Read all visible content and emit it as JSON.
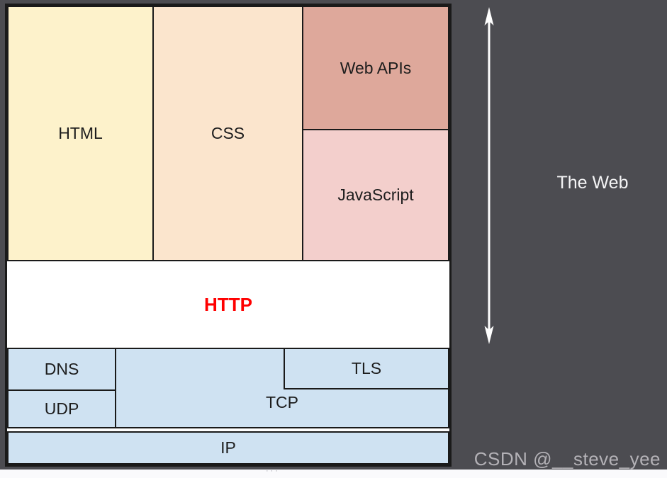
{
  "page": {
    "background_color": "#4C4C51",
    "bottom_strip_color": "#FAFAFC"
  },
  "diagram": {
    "border_color": "#1A1A1A",
    "boxes": {
      "html": {
        "label": "HTML",
        "color": "#FDF2CB"
      },
      "css": {
        "label": "CSS",
        "color": "#FBE5CD"
      },
      "web_apis": {
        "label": "Web APIs",
        "color": "#DEA89B"
      },
      "javascript": {
        "label": "JavaScript",
        "color": "#F3CFCC"
      },
      "http": {
        "label": "HTTP",
        "color": "#FFFFFF",
        "text_color": "#FF0000"
      },
      "dns": {
        "label": "DNS",
        "color": "#CFE2F2"
      },
      "udp": {
        "label": "UDP",
        "color": "#CFE2F2"
      },
      "tcp": {
        "label": "TCP",
        "color": "#CFE2F2"
      },
      "tls": {
        "label": "TLS",
        "color": "#CFE2F2"
      },
      "ip": {
        "label": "IP",
        "color": "#CFE2F2"
      }
    }
  },
  "annotation": {
    "label": "The Web",
    "icon": "double-headed-vertical-arrow",
    "color": "#FFFFFF"
  },
  "watermark": {
    "text": "CSDN @__steve_yee",
    "color": "#B3B1B6"
  },
  "footer": {
    "dots": "···"
  }
}
